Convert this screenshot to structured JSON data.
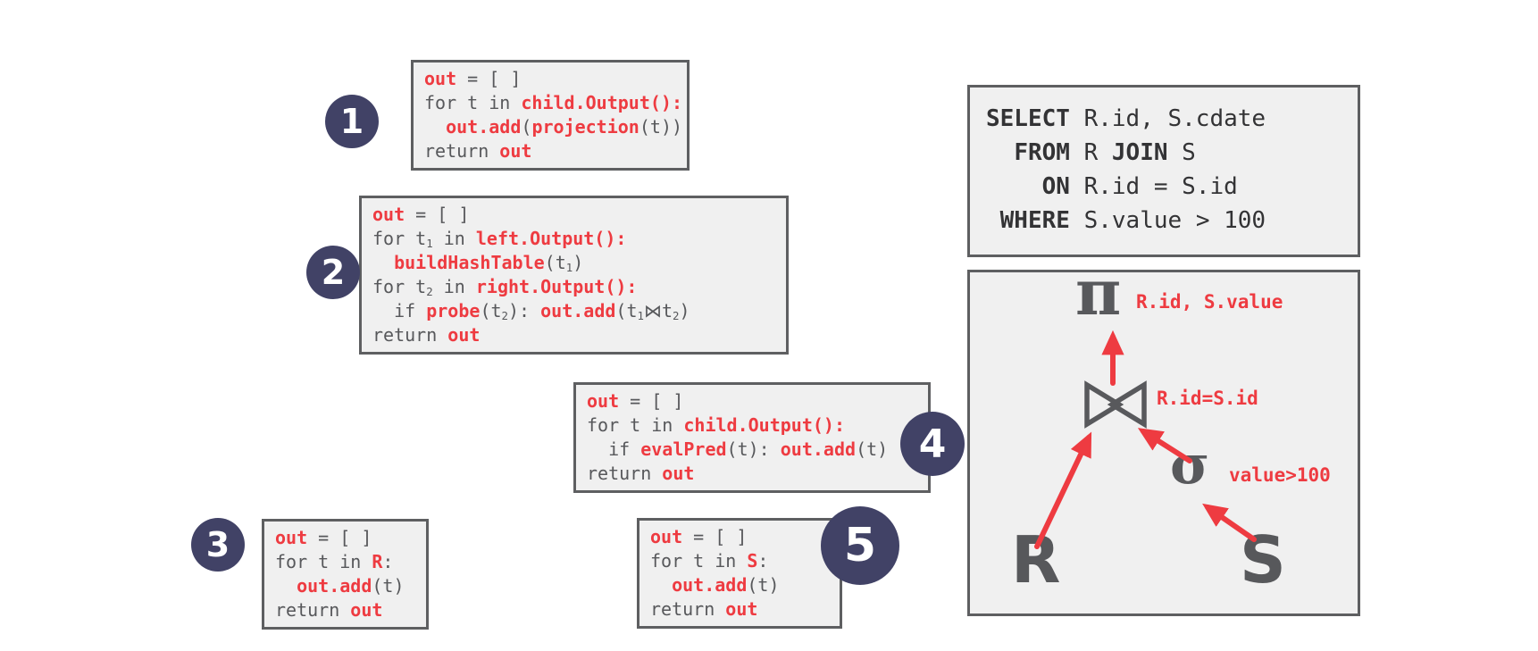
{
  "colors": {
    "keyword_red": "#ee3b41",
    "code_gray": "#57585b",
    "sql_dark": "#333335",
    "box_background": "#f0f0f0",
    "box_border": "#5e5f61",
    "badge_background": "#414266",
    "badge_text": "#ffffff",
    "symbol_gray": "#58595c",
    "arrow_red": "#ee3b41"
  },
  "badges": {
    "projection": "1",
    "hash_join": "2",
    "scan_r": "3",
    "filter": "4",
    "scan_s": "5"
  },
  "code_blocks": {
    "projection": {
      "lines": [
        [
          {
            "t": "out",
            "k": "r"
          },
          {
            "t": " = [ ]",
            "k": "p"
          }
        ],
        [
          {
            "t": "for t in ",
            "k": "p"
          },
          {
            "t": "child.Output():",
            "k": "r"
          }
        ],
        [
          {
            "t": "  ",
            "k": "p"
          },
          {
            "t": "out.add",
            "k": "r"
          },
          {
            "t": "(",
            "k": "p"
          },
          {
            "t": "projection",
            "k": "r"
          },
          {
            "t": "(t))",
            "k": "p"
          }
        ],
        [
          {
            "t": "return ",
            "k": "p"
          },
          {
            "t": "out",
            "k": "r"
          }
        ]
      ]
    },
    "hash_join": {
      "lines": [
        [
          {
            "t": "out",
            "k": "r"
          },
          {
            "t": " = [ ]",
            "k": "p"
          }
        ],
        [
          {
            "t": "for t",
            "k": "p"
          },
          {
            "t": "1",
            "k": "p",
            "sub": true
          },
          {
            "t": " in ",
            "k": "p"
          },
          {
            "t": "left.Output():",
            "k": "r"
          }
        ],
        [
          {
            "t": "  ",
            "k": "p"
          },
          {
            "t": "buildHashTable",
            "k": "r"
          },
          {
            "t": "(t",
            "k": "p"
          },
          {
            "t": "1",
            "k": "p",
            "sub": true
          },
          {
            "t": ")",
            "k": "p"
          }
        ],
        [
          {
            "t": "for t",
            "k": "p"
          },
          {
            "t": "2",
            "k": "p",
            "sub": true
          },
          {
            "t": " in ",
            "k": "p"
          },
          {
            "t": "right.Output():",
            "k": "r"
          }
        ],
        [
          {
            "t": "  if ",
            "k": "p"
          },
          {
            "t": "probe",
            "k": "r"
          },
          {
            "t": "(t",
            "k": "p"
          },
          {
            "t": "2",
            "k": "p",
            "sub": true
          },
          {
            "t": "): ",
            "k": "p"
          },
          {
            "t": "out.add",
            "k": "r"
          },
          {
            "t": "(t",
            "k": "p"
          },
          {
            "t": "1",
            "k": "p",
            "sub": true
          },
          {
            "t": "⋈t",
            "k": "p"
          },
          {
            "t": "2",
            "k": "p",
            "sub": true
          },
          {
            "t": ")",
            "k": "p"
          }
        ],
        [
          {
            "t": "return ",
            "k": "p"
          },
          {
            "t": "out",
            "k": "r"
          }
        ]
      ]
    },
    "filter": {
      "lines": [
        [
          {
            "t": "out",
            "k": "r"
          },
          {
            "t": " = [ ]",
            "k": "p"
          }
        ],
        [
          {
            "t": "for t in ",
            "k": "p"
          },
          {
            "t": "child.Output():",
            "k": "r"
          }
        ],
        [
          {
            "t": "  if ",
            "k": "p"
          },
          {
            "t": "evalPred",
            "k": "r"
          },
          {
            "t": "(t): ",
            "k": "p"
          },
          {
            "t": "out.add",
            "k": "r"
          },
          {
            "t": "(t)",
            "k": "p"
          }
        ],
        [
          {
            "t": "return ",
            "k": "p"
          },
          {
            "t": "out",
            "k": "r"
          }
        ]
      ]
    },
    "scan_r": {
      "lines": [
        [
          {
            "t": "out",
            "k": "r"
          },
          {
            "t": " = [ ]",
            "k": "p"
          }
        ],
        [
          {
            "t": "for t in ",
            "k": "p"
          },
          {
            "t": "R",
            "k": "r"
          },
          {
            "t": ":",
            "k": "p"
          }
        ],
        [
          {
            "t": "  ",
            "k": "p"
          },
          {
            "t": "out.add",
            "k": "r"
          },
          {
            "t": "(t)",
            "k": "p"
          }
        ],
        [
          {
            "t": "return ",
            "k": "p"
          },
          {
            "t": "out",
            "k": "r"
          }
        ]
      ]
    },
    "scan_s": {
      "lines": [
        [
          {
            "t": "out",
            "k": "r"
          },
          {
            "t": " = [ ]",
            "k": "p"
          }
        ],
        [
          {
            "t": "for t in ",
            "k": "p"
          },
          {
            "t": "S",
            "k": "r"
          },
          {
            "t": ":",
            "k": "p"
          }
        ],
        [
          {
            "t": "  ",
            "k": "p"
          },
          {
            "t": "out.add",
            "k": "r"
          },
          {
            "t": "(t)",
            "k": "p"
          }
        ],
        [
          {
            "t": "return ",
            "k": "p"
          },
          {
            "t": "out",
            "k": "r"
          }
        ]
      ]
    },
    "sql": {
      "lines": [
        [
          {
            "t": "SELECT",
            "k": "b"
          },
          {
            "t": " R.id, S.cdate",
            "k": "d"
          }
        ],
        [
          {
            "t": "  ",
            "k": "d"
          },
          {
            "t": "FROM",
            "k": "b"
          },
          {
            "t": " R ",
            "k": "d"
          },
          {
            "t": "JOIN",
            "k": "b"
          },
          {
            "t": " S",
            "k": "d"
          }
        ],
        [
          {
            "t": "    ",
            "k": "d"
          },
          {
            "t": "ON",
            "k": "b"
          },
          {
            "t": " R.id = S.id",
            "k": "d"
          }
        ],
        [
          {
            "t": " ",
            "k": "d"
          },
          {
            "t": "WHERE",
            "k": "b"
          },
          {
            "t": " S.value > 100",
            "k": "d"
          }
        ]
      ]
    }
  },
  "plan": {
    "pi_symbol": "π",
    "pi_label": "R.id, S.value",
    "join_symbol": "⋈",
    "join_label": "R.id=S.id",
    "sigma_symbol": "σ",
    "sigma_label": "value>100",
    "left_relation": "R",
    "right_relation": "S",
    "edges": [
      "R → join",
      "S → sigma(value>100)",
      "sigma → join",
      "join → pi"
    ]
  }
}
